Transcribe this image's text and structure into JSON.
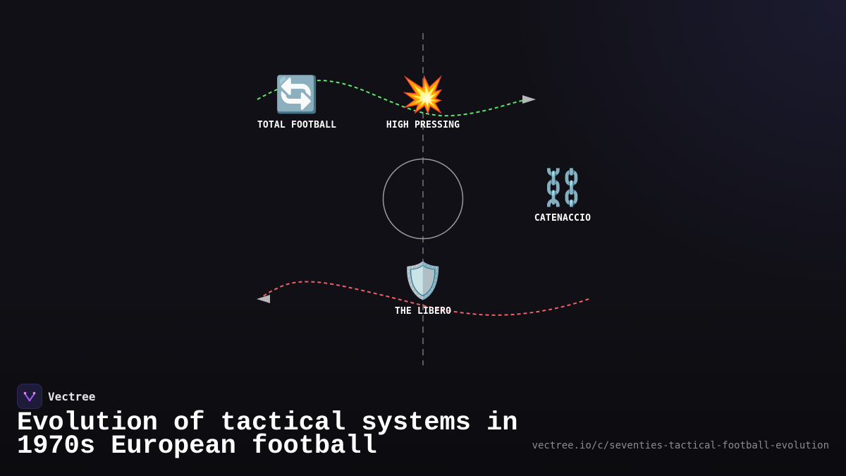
{
  "colors": {
    "background": "#111016",
    "arrow_top": "#5fe66b",
    "arrow_bottom": "#f0606a",
    "axis": "#777777",
    "circle": "#9a9a9a",
    "arrowhead": "#b8b8b8"
  },
  "diagram": {
    "nodes": [
      {
        "id": "total-football",
        "icon": "🔄",
        "icon_name": "counterclockwise-arrows-icon",
        "label": "TOTAL FOOTBALL"
      },
      {
        "id": "high-pressing",
        "icon": "💥",
        "icon_name": "collision-icon",
        "label": "HIGH PRESSING"
      },
      {
        "id": "catenaccio",
        "icon": "⛓️",
        "icon_name": "chains-icon",
        "label": "CATENACCIO"
      },
      {
        "id": "libero",
        "icon": "🛡️",
        "icon_name": "shield-icon",
        "label": "THE LIBERO"
      }
    ]
  },
  "brand": {
    "name": "Vectree"
  },
  "title": "Evolution of tactical systems in 1970s European football",
  "source_url": "vectree.io/c/seventies-tactical-football-evolution"
}
